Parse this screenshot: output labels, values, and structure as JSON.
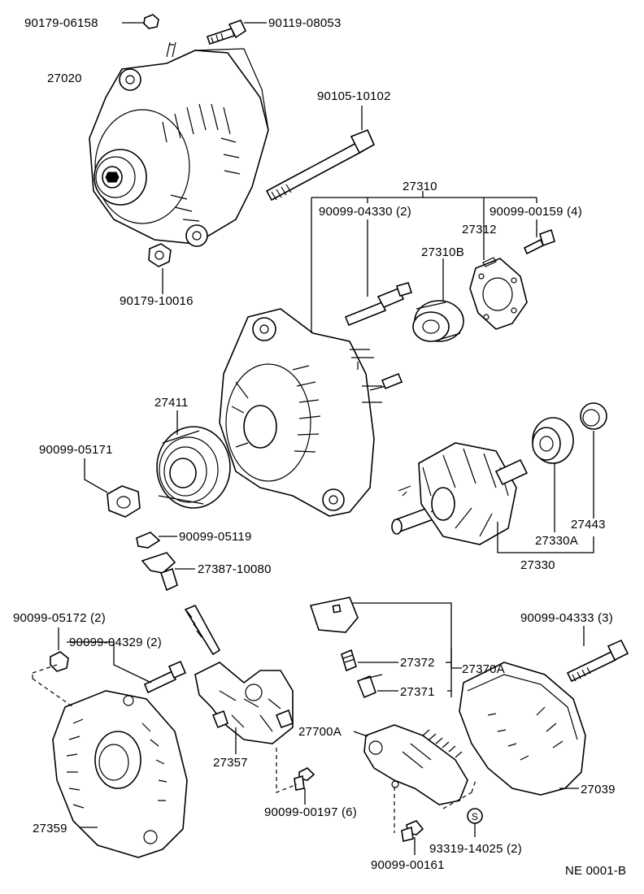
{
  "labels": {
    "p_90179_06158": "90179-06158",
    "p_90119_08053": "90119-08053",
    "p_27020": "27020",
    "p_90105_10102": "90105-10102",
    "p_27310": "27310",
    "p_90099_04330": "90099-04330 (2)",
    "p_90099_00159": "90099-00159 (4)",
    "p_27312": "27312",
    "p_27310B": "27310B",
    "p_90179_10016": "90179-10016",
    "p_27411": "27411",
    "p_90099_05171": "90099-05171",
    "p_90099_05119": "90099-05119",
    "p_27387_10080": "27387-10080",
    "p_27443": "27443",
    "p_27330A": "27330A",
    "p_27330": "27330",
    "p_90099_05172": "90099-05172 (2)",
    "p_90099_04329": "90099-04329 (2)",
    "p_90099_04333": "90099-04333 (3)",
    "p_27372": "27372",
    "p_27370A": "27370A",
    "p_27371": "27371",
    "p_27700A": "27700A",
    "p_27357": "27357",
    "p_90099_00197": "90099-00197 (6)",
    "p_27039": "27039",
    "p_27359": "27359",
    "p_93319_14025": "93319-14025 (2)",
    "p_90099_00161": "90099-00161",
    "ref_code": "NE 0001-B"
  }
}
